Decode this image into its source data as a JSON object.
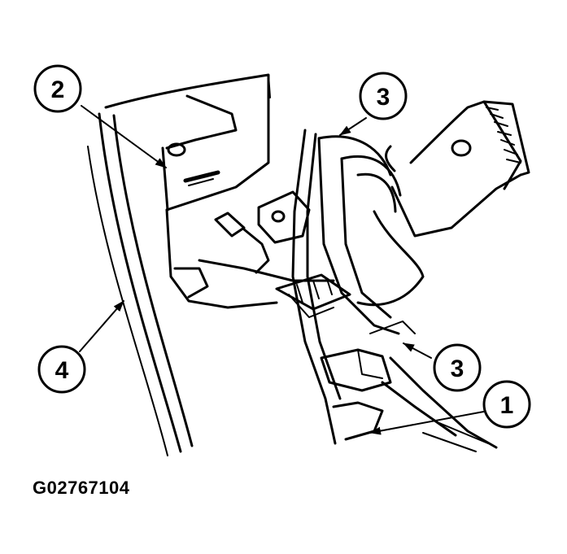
{
  "figure_id": "G02767104",
  "callouts": [
    {
      "label": "1",
      "target": "steering-column-shroud"
    },
    {
      "label": "2",
      "target": "trim-panel-screw"
    },
    {
      "label": "3",
      "target": "seat-belt-buckle-bolt-upper"
    },
    {
      "label": "3",
      "target": "seat-belt-buckle-bolt-lower"
    },
    {
      "label": "4",
      "target": "pillar-trim-panel"
    }
  ],
  "colors": {
    "line": "#000000",
    "background": "#ffffff"
  }
}
